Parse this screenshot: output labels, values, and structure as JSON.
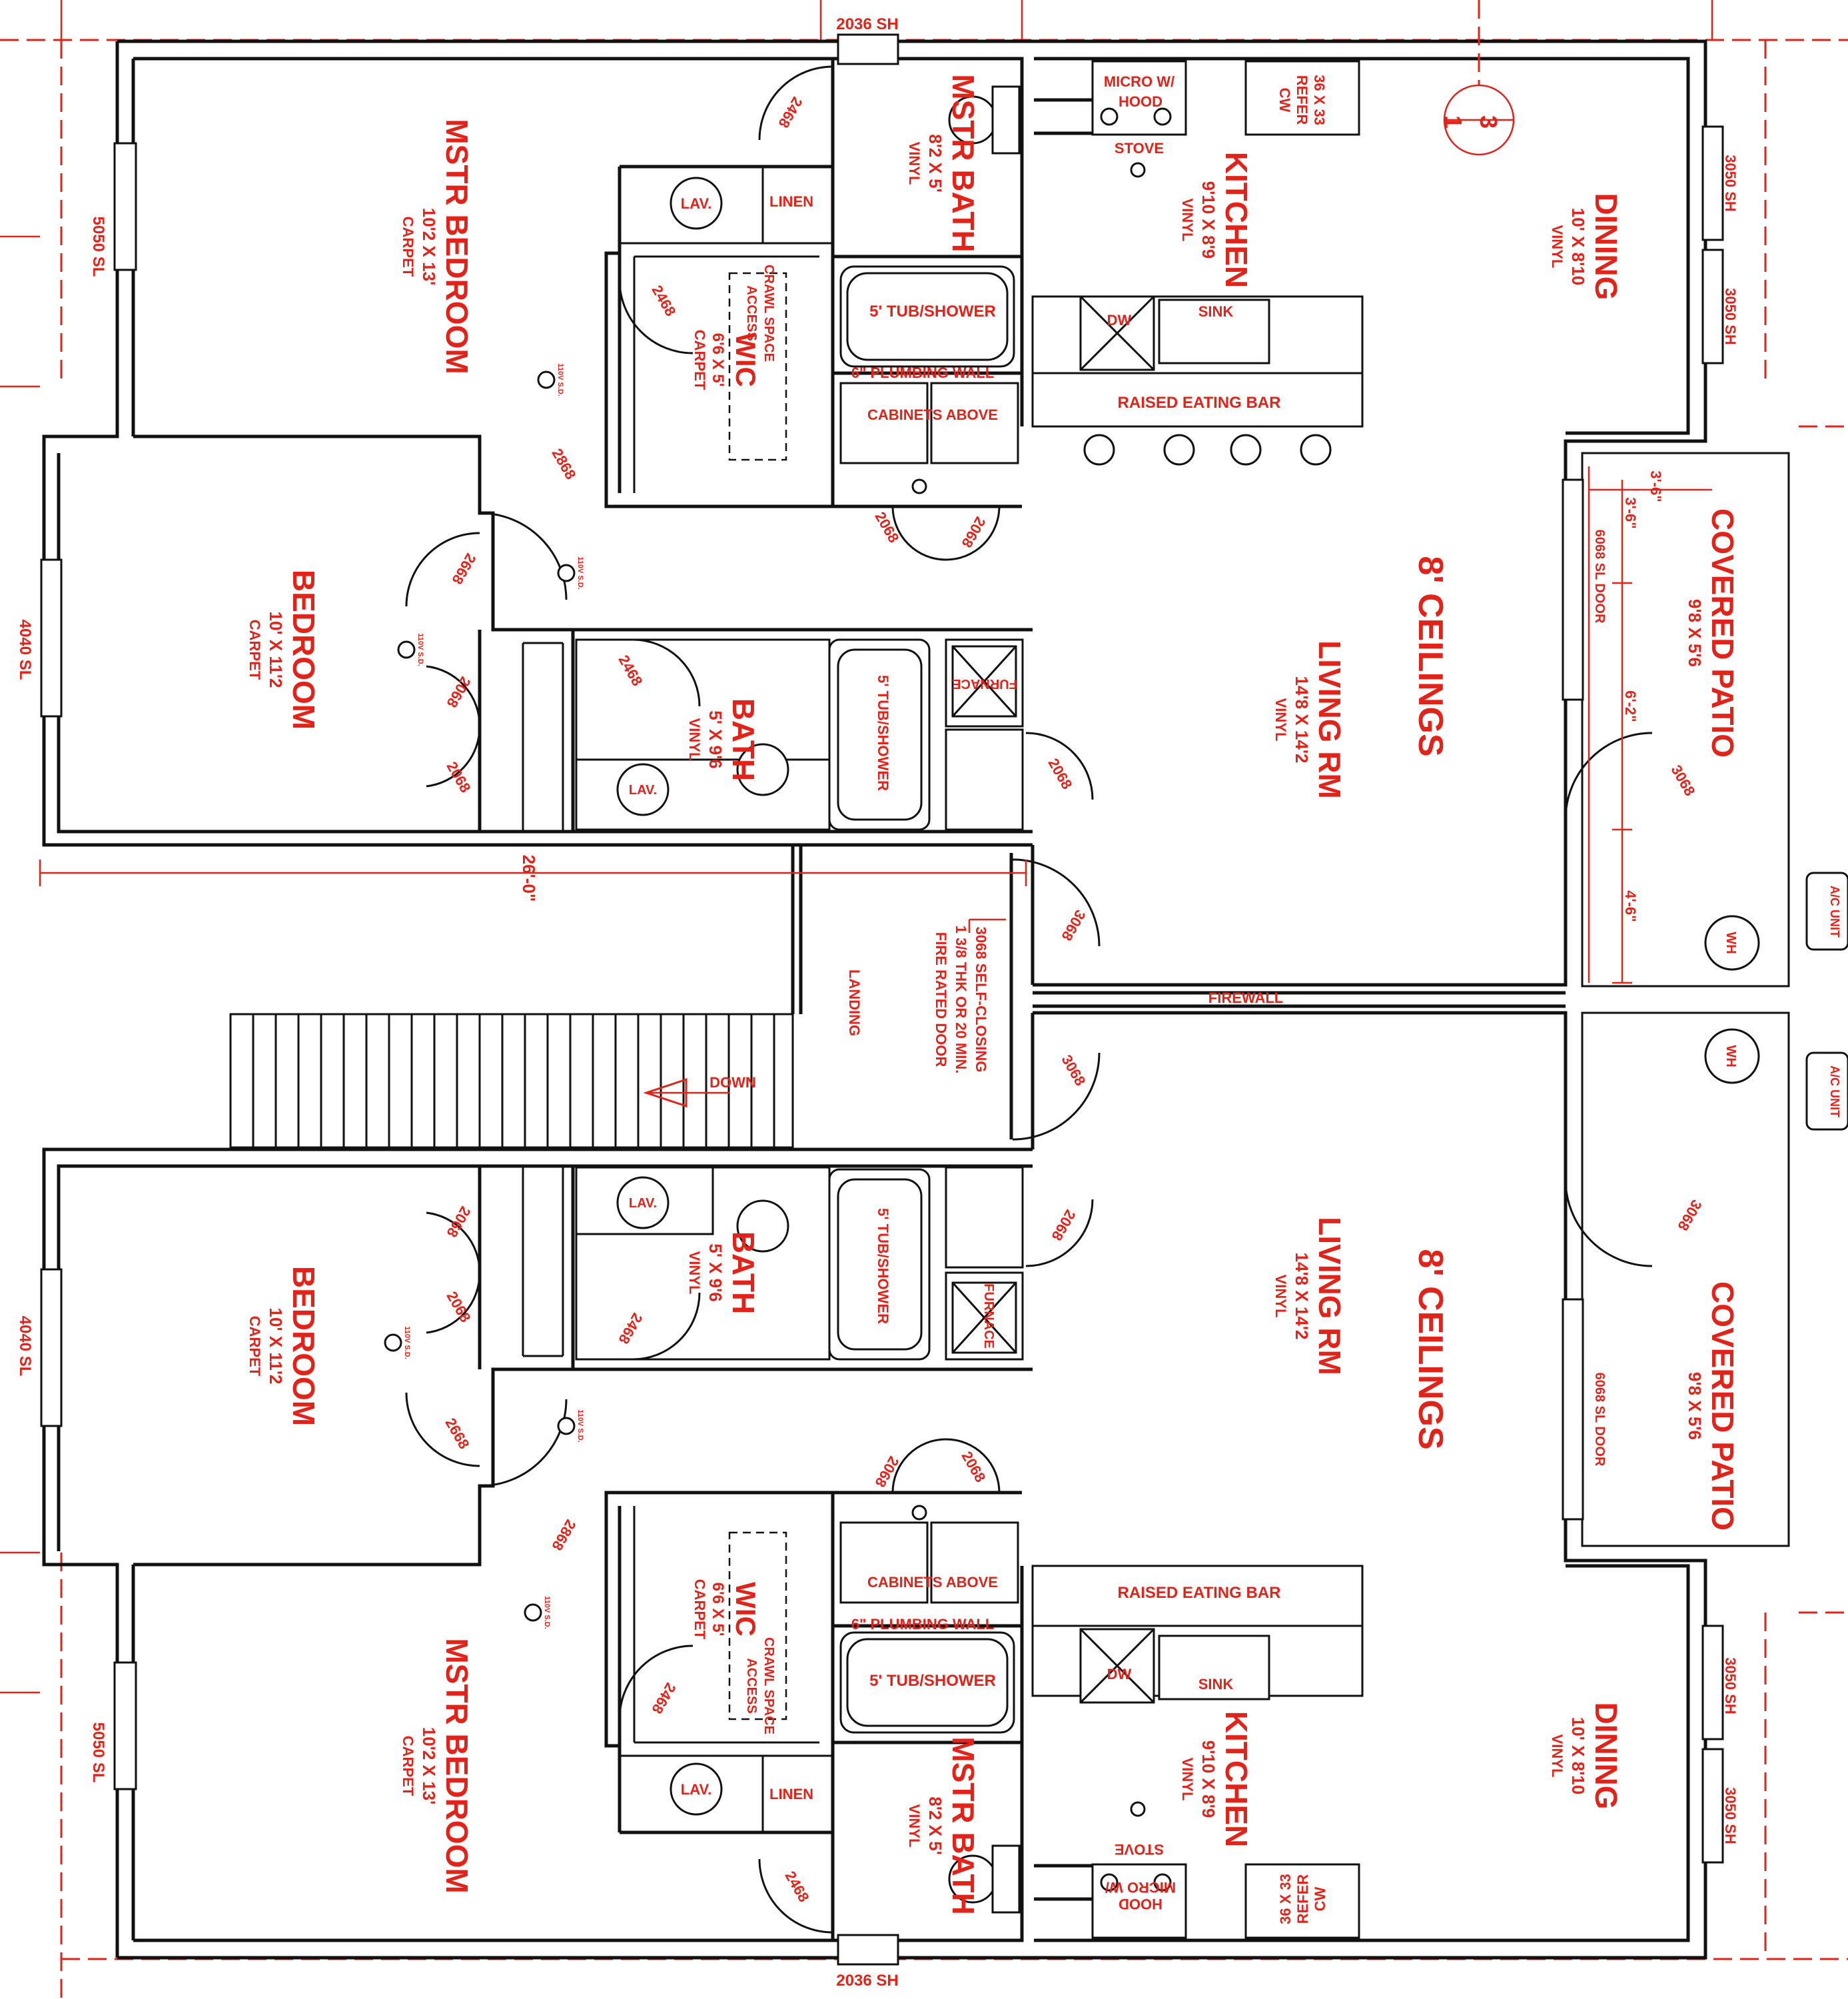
{
  "rooms": {
    "upper": {
      "mstr_bedroom": {
        "name": "MSTR BEDROOM",
        "size": "10'2 X 13'",
        "floor": "CARPET"
      },
      "mstr_bath": {
        "name": "MSTR BATH",
        "size": "8'2 X 5'",
        "floor": "VINYL"
      },
      "wic": {
        "name": "WIC",
        "size": "6'6 X 5'",
        "floor": "CARPET"
      },
      "kitchen": {
        "name": "KITCHEN",
        "size": "9'10 X 8'9",
        "floor": "VINYL"
      },
      "dining": {
        "name": "DINING",
        "size": "10' X 8'10",
        "floor": "VINYL"
      },
      "bedroom": {
        "name": "BEDROOM",
        "size": "10' X 11'2",
        "floor": "CARPET"
      },
      "bath": {
        "name": "BATH",
        "size": "5' X 9'6",
        "floor": "VINYL"
      },
      "living": {
        "name": "LIVING RM",
        "size": "14'8 X 14'2",
        "floor": "VINYL"
      },
      "ceilings": "8' CEILINGS",
      "patio": {
        "name": "COVERED PATIO",
        "size": "9'8 X 5'6"
      }
    },
    "lower": {
      "mstr_bedroom": {
        "name": "MSTR BEDROOM",
        "size": "10'2 X 13'",
        "floor": "CARPET"
      },
      "mstr_bath": {
        "name": "MSTR BATH",
        "size": "8'2 X 5'",
        "floor": "VINYL"
      },
      "wic": {
        "name": "WIC",
        "size": "6'6 X 5'",
        "floor": "CARPET"
      },
      "kitchen": {
        "name": "KITCHEN",
        "size": "9'10 X 8'9",
        "floor": "VINYL"
      },
      "dining": {
        "name": "DINING",
        "size": "10' X 8'10",
        "floor": "VINYL"
      },
      "bedroom": {
        "name": "BEDROOM",
        "size": "10' X 11'2",
        "floor": "CARPET"
      },
      "bath": {
        "name": "BATH",
        "size": "5' X 9'6",
        "floor": "VINYL"
      },
      "living": {
        "name": "LIVING RM",
        "size": "14'8 X 14'2",
        "floor": "VINYL"
      },
      "ceilings": "8' CEILINGS",
      "patio": {
        "name": "COVERED PATIO",
        "size": "9'8 X 5'6"
      }
    }
  },
  "fixtures": {
    "micro": "MICRO W/",
    "hood": "HOOD",
    "refer_size": "36 X 33",
    "refer": "REFER",
    "cw": "CW",
    "stove": "STOVE",
    "dw": "DW",
    "sink": "SINK",
    "raised_bar": "RAISED EATING BAR",
    "lav": "LAV.",
    "linen": "LINEN",
    "crawl": "CRAWL SPACE",
    "access": "ACCESS",
    "tub": "5' TUB/SHOWER",
    "plumbing_wall": "6\" PLUMBING WALL",
    "cabinets_above": "CABINETS ABOVE",
    "furnace": "FURNACE",
    "wh": "WH",
    "ac_unit": "A/C UNIT",
    "smoke": "110V S.D."
  },
  "windows": {
    "w2036": "2036 SH",
    "w5050": "5050 SL",
    "w4040": "4040 SL",
    "w3050": "3050 SH",
    "slider": "6068 SL DOOR"
  },
  "doors": {
    "d2468": "2468",
    "d2868": "2868",
    "d2668": "2668",
    "d2068": "2068",
    "d3068": "3068"
  },
  "dimensions": {
    "overall": "26'-0\"",
    "d36a": "3'-6\"",
    "d36b": "3'-6\"",
    "d62": "6'-2\"",
    "d46": "4'-6\""
  },
  "notes": {
    "door_note_1": "3068 SELF-CLOSING",
    "door_note_2": "1 3/8 THK OR 20 MIN.",
    "door_note_3": "FIRE RATED DOOR",
    "landing": "LANDING",
    "down": "DOWN",
    "firewall": "FIREWALL"
  },
  "section_marker": {
    "top": "3",
    "bottom": "1"
  }
}
